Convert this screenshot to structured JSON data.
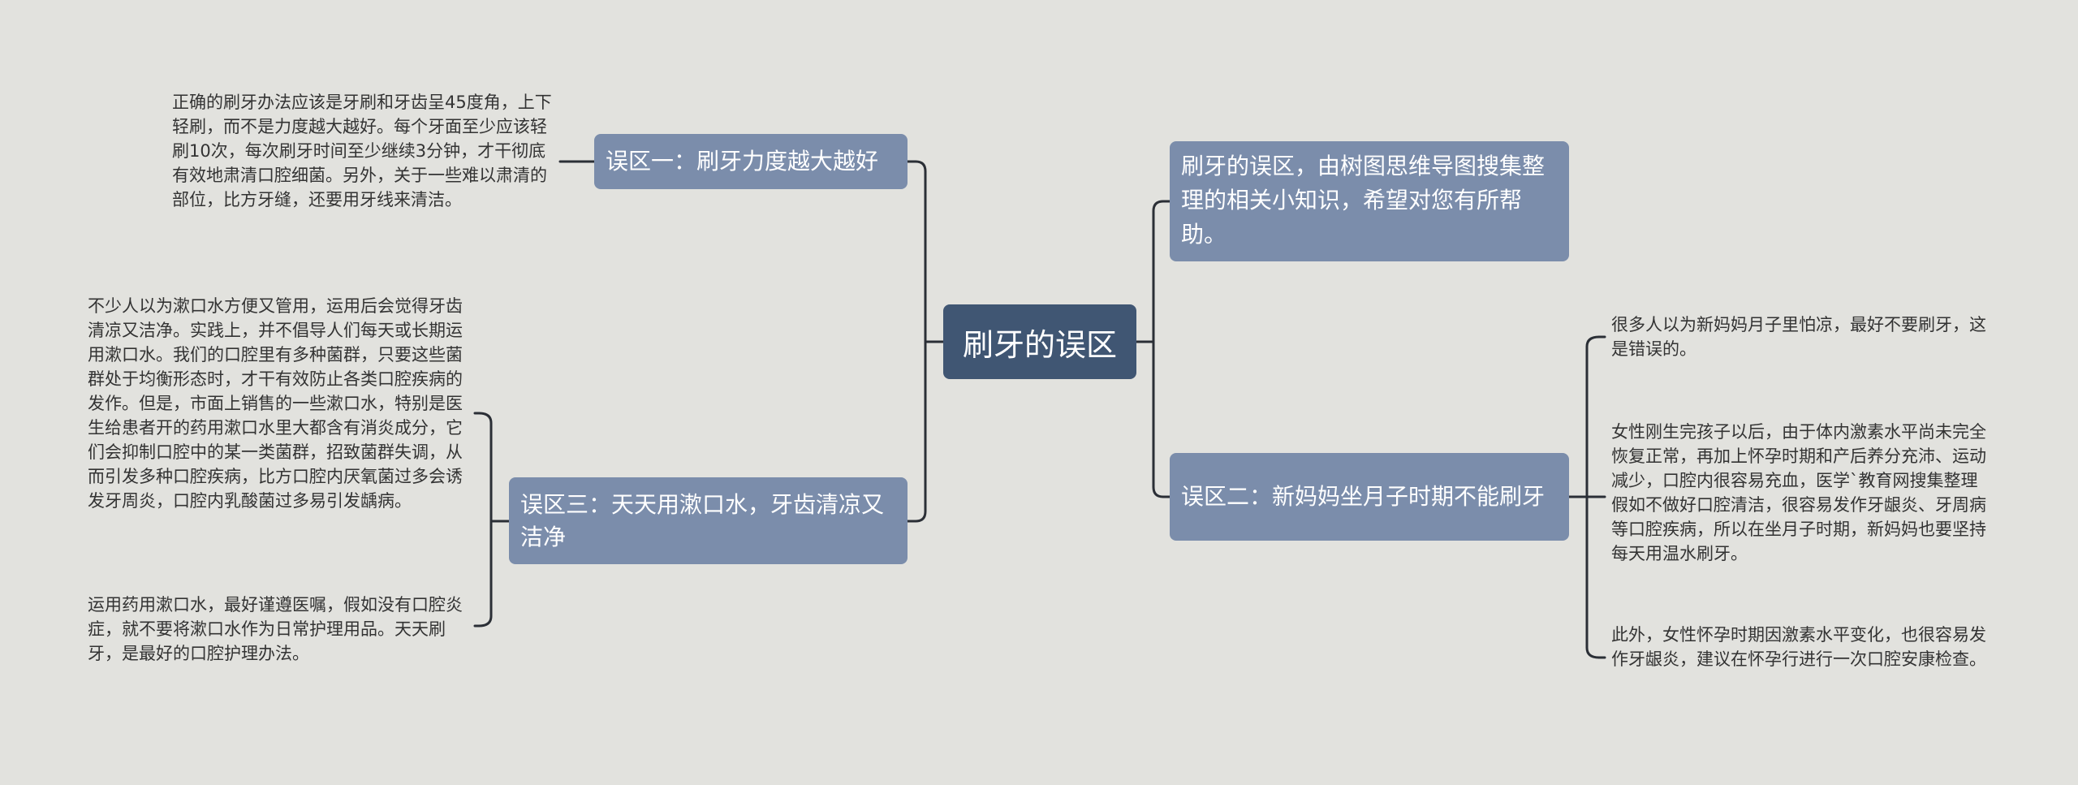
{
  "root": {
    "label": "刷牙的误区"
  },
  "branches": {
    "myth1": {
      "label": "误区一：刷牙力度越大越好",
      "leaves": [
        "正确的刷牙办法应该是牙刷和牙齿呈45度角，上下轻刷，而不是力度越大越好。每个牙面至少应该轻刷10次，每次刷牙时间至少继续3分钟，才干彻底有效地肃清口腔细菌。另外，关于一些难以肃清的部位，比方牙缝，还要用牙线来清洁。"
      ]
    },
    "myth3": {
      "label": "误区三：天天用漱口水，牙齿清凉又洁净",
      "leaves": [
        "不少人以为漱口水方便又管用，运用后会觉得牙齿清凉又洁净。实践上，并不倡导人们每天或长期运用漱口水。我们的口腔里有多种菌群，只要这些菌群处于均衡形态时，才干有效防止各类口腔疾病的发作。但是，市面上销售的一些漱口水，特别是医生给患者开的药用漱口水里大都含有消炎成分，它们会抑制口腔中的某一类菌群，招致菌群失调，从而引发多种口腔疾病，比方口腔内厌氧菌过多会诱发牙周炎，口腔内乳酸菌过多易引发龋病。",
        "运用药用漱口水，最好谨遵医嘱，假如没有口腔炎症，就不要将漱口水作为日常护理用品。天天刷牙，是最好的口腔护理办法。"
      ]
    },
    "intro": {
      "label": "刷牙的误区，由树图思维导图搜集整理的相关小知识，希望对您有所帮助。"
    },
    "myth2": {
      "label": "误区二：新妈妈坐月子时期不能刷牙",
      "leaves": [
        "很多人以为新妈妈月子里怕凉，最好不要刷牙，这是错误的。",
        "女性刚生完孩子以后，由于体内激素水平尚未完全恢复正常，再加上怀孕时期和产后养分充沛、运动减少，口腔内很容易充血，医学`教育网搜集整理假如不做好口腔清洁，很容易发作牙龈炎、牙周病等口腔疾病，所以在坐月子时期，新妈妈也要坚持每天用温水刷牙。",
        "此外，女性怀孕时期因激素水平变化，也很容易发作牙龈炎，建议在怀孕行进行一次口腔安康检查。"
      ]
    }
  },
  "colors": {
    "background": "#e2e2de",
    "root": "#405673",
    "branch": "#7b8dab",
    "connector": "#2b2f36",
    "leaf_text": "#333333"
  }
}
